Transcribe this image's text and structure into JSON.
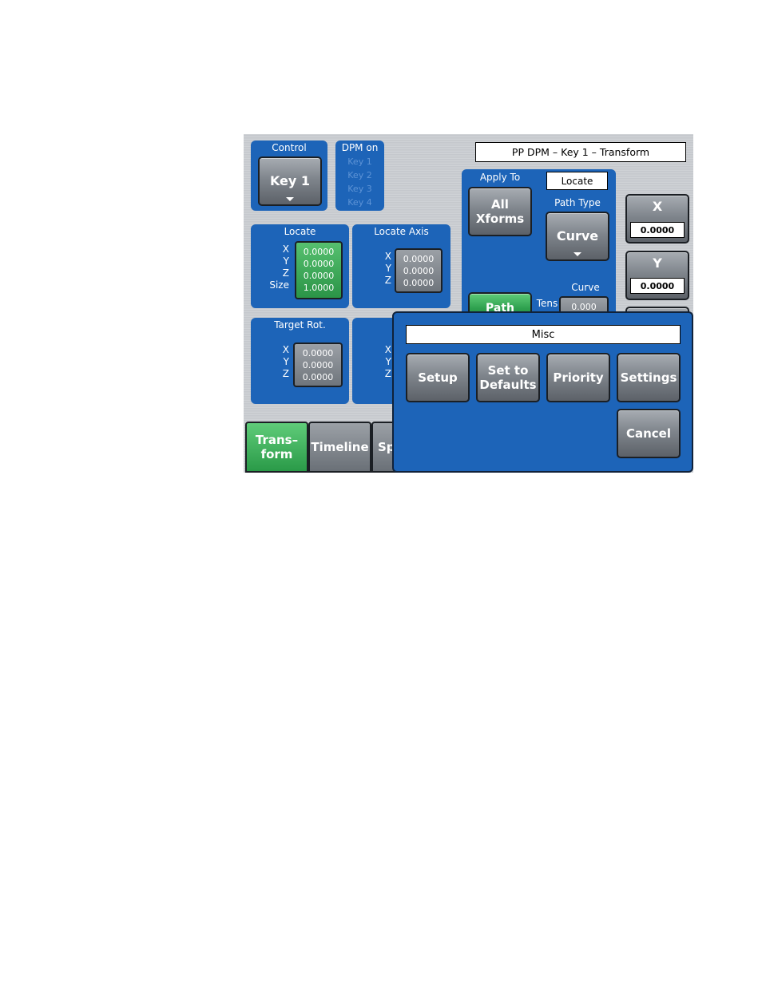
{
  "header": {
    "title": "PP DPM – Key 1 – Transform"
  },
  "control": {
    "label": "Control",
    "key_button": "Key 1"
  },
  "dpm": {
    "label": "DPM on",
    "keys": [
      "Key 1",
      "Key 2",
      "Key 3",
      "Key 4"
    ]
  },
  "locate": {
    "label": "Locate",
    "axes": [
      "X",
      "Y",
      "Z",
      "Size"
    ],
    "values": [
      "0.0000",
      "0.0000",
      "0.0000",
      "1.0000"
    ]
  },
  "locate_axis": {
    "label": "Locate Axis",
    "axes": [
      "X",
      "Y",
      "Z"
    ],
    "values": [
      "0.0000",
      "0.0000",
      "0.0000"
    ]
  },
  "target_rot": {
    "label": "Target Rot.",
    "axes": [
      "X",
      "Y",
      "Z"
    ],
    "values": [
      "0.0000",
      "0.0000",
      "0.0000"
    ]
  },
  "hidden_panel": {
    "axes": [
      "X",
      "Y",
      "Z"
    ]
  },
  "apply_to": {
    "label": "Apply To",
    "mode_value": "Locate",
    "all_button": "All Xforms",
    "path_type_label": "Path Type",
    "path_type_button": "Curve",
    "curve_label": "Curve",
    "path_button": "Path",
    "tens_label": "Tens",
    "tens_value": "0.000"
  },
  "side": {
    "x_label": "X",
    "x_value": "0.0000",
    "y_label": "Y",
    "y_value": "0.0000"
  },
  "tabs": [
    "Trans– form",
    "Timeline",
    "Sp"
  ],
  "misc": {
    "title": "Misc",
    "buttons": [
      "Setup",
      "Set to Defaults",
      "Priority",
      "Settings"
    ],
    "cancel": "Cancel"
  },
  "colors": {
    "panel_blue": "#1d64b8",
    "active_green": "#2fa14f"
  }
}
